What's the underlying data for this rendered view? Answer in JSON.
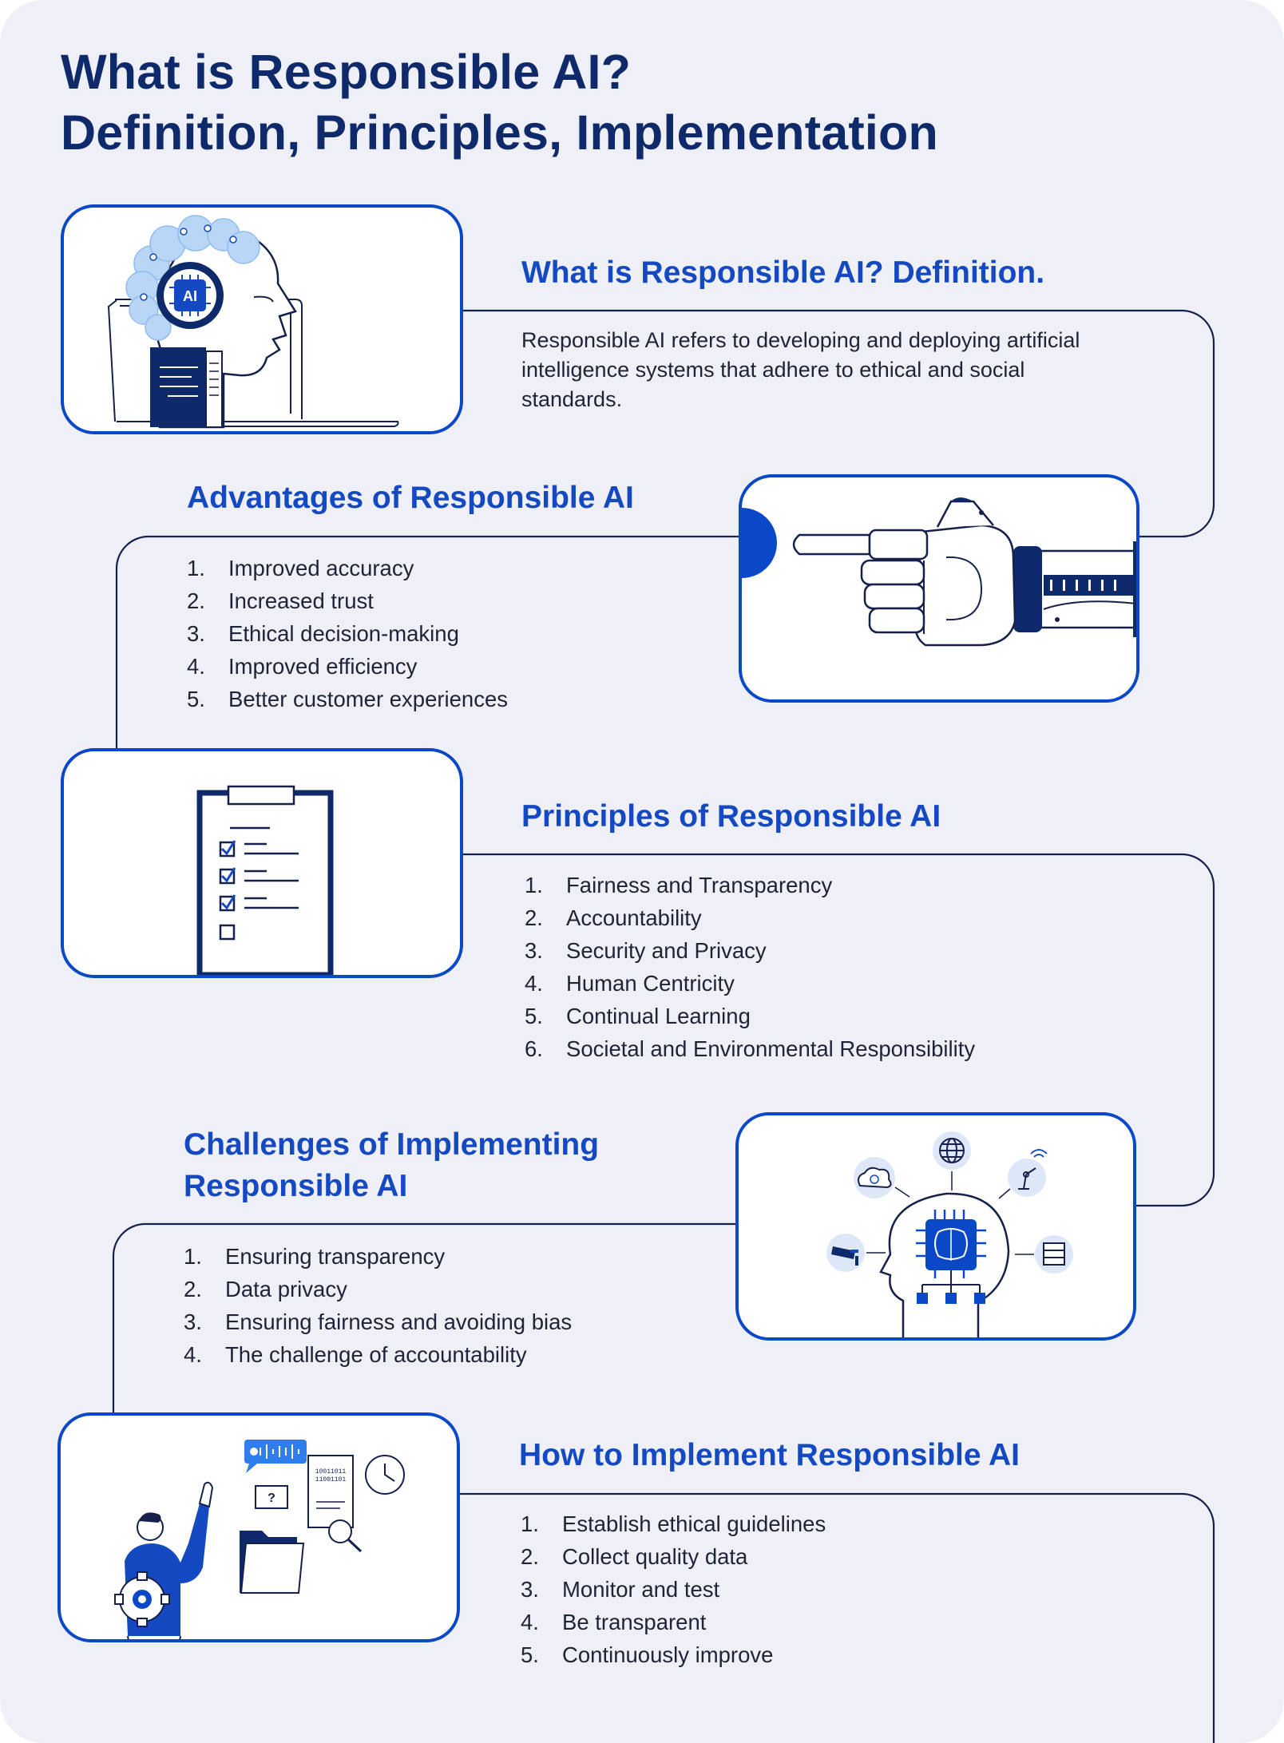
{
  "title": {
    "line1": "What is Responsible AI?",
    "line2": "Definition, Principles, Implementation"
  },
  "sections": {
    "definition": {
      "heading": "What is Responsible AI? Definition.",
      "text": "Responsible AI refers to developing and deploying artificial intelligence systems that adhere to ethical and social standards.",
      "icon": "ai-head-laptop-illustration",
      "chip_label": "AI"
    },
    "advantages": {
      "heading": "Advantages of Responsible AI",
      "icon": "robot-hand-pointing-illustration",
      "items": [
        {
          "num": "1.",
          "text": "Improved accuracy"
        },
        {
          "num": "2.",
          "text": "Increased trust"
        },
        {
          "num": "3.",
          "text": "Ethical decision-making"
        },
        {
          "num": "4.",
          "text": "Improved efficiency"
        },
        {
          "num": "5.",
          "text": "Better customer experiences"
        }
      ]
    },
    "principles": {
      "heading": "Principles of Responsible AI",
      "icon": "checklist-clipboard-illustration",
      "items": [
        {
          "num": "1.",
          "text": "Fairness and Transparency"
        },
        {
          "num": "2.",
          "text": "Accountability"
        },
        {
          "num": "3.",
          "text": "Security and Privacy"
        },
        {
          "num": "4.",
          "text": "Human Centricity"
        },
        {
          "num": "5.",
          "text": "Continual Learning"
        },
        {
          "num": "6.",
          "text": "Societal and Environmental Responsibility"
        }
      ]
    },
    "challenges": {
      "heading_line1": "Challenges of Implementing",
      "heading_line2": "Responsible AI",
      "icon": "ai-brain-network-illustration",
      "items": [
        {
          "num": "1.",
          "text": "Ensuring transparency"
        },
        {
          "num": "2.",
          "text": "Data privacy"
        },
        {
          "num": "3.",
          "text": "Ensuring fairness and avoiding bias"
        },
        {
          "num": "4.",
          "text": "The challenge of accountability"
        }
      ]
    },
    "implement": {
      "heading": "How to Implement Responsible AI",
      "icon": "person-data-workflow-illustration",
      "doc_digits": [
        "10011011",
        "11001101"
      ],
      "question_mark": "?",
      "items": [
        {
          "num": "1.",
          "text": "Establish ethical guidelines"
        },
        {
          "num": "2.",
          "text": "Collect quality data"
        },
        {
          "num": "3.",
          "text": "Monitor and test"
        },
        {
          "num": "4.",
          "text": "Be transparent"
        },
        {
          "num": "5.",
          "text": "Continuously improve"
        }
      ]
    }
  },
  "colors": {
    "background": "#eff0f7",
    "title": "#0f2a6b",
    "heading": "#1549c2",
    "accent": "#0b48c8",
    "body_text": "#1e2336",
    "connector": "#15214a",
    "light_blue": "#b9d6f6"
  }
}
